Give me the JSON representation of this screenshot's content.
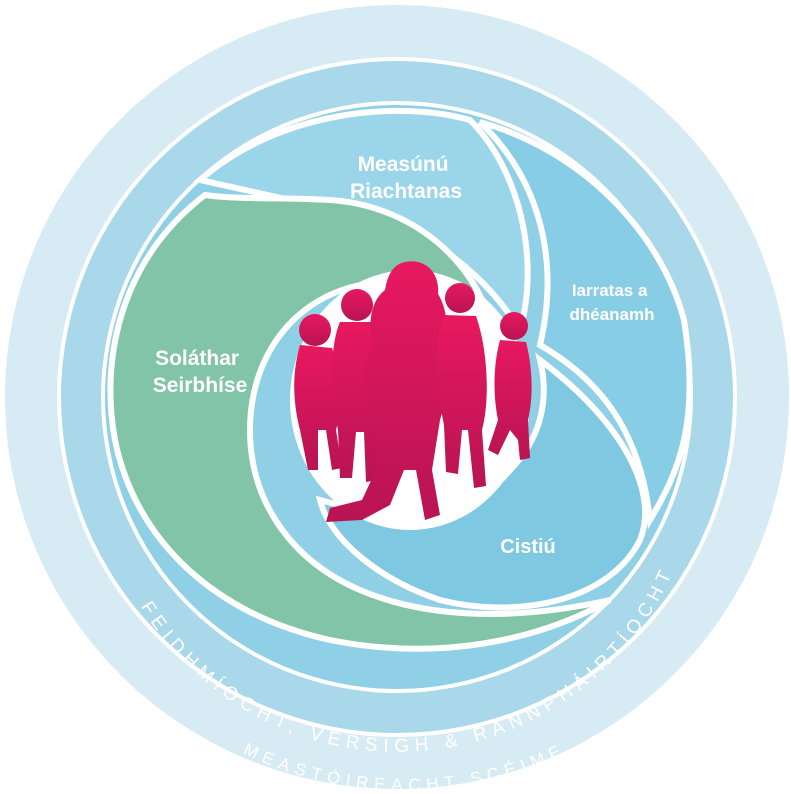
{
  "segments": {
    "needs_assessment": [
      "Measúnú",
      "Riachtanas"
    ],
    "application": [
      "Iarratas a",
      "dhéanamh"
    ],
    "service_provision": [
      "Soláthar",
      "Seirbhíse"
    ],
    "funding": "Cistiú"
  },
  "rings": {
    "inner_ring_text": "FEIDHMÍOCHT, VERSIGH & RANNPHÁIRTÍOCHT",
    "outer_ring_text": "MEASTÓIREACHT SCÉIME"
  },
  "colors": {
    "outer_ring": "#d6ebf4",
    "inner_ring": "#a9d8ea",
    "segment_light": "#8fd0e6",
    "segment_mid": "#7ec8e2",
    "green": "#82c4a8",
    "people": "#e5195e",
    "people_dark": "#b01550"
  },
  "icons": {
    "center": "people-group-silhouette-icon"
  }
}
